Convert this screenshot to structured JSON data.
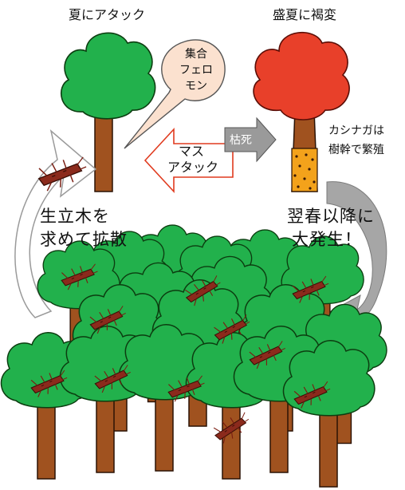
{
  "labels": {
    "summer_attack": "夏にアタック",
    "midsummer_browning": "盛夏に褐変",
    "pheromone": [
      "集合",
      "フェロ",
      "モン"
    ],
    "mass_attack": [
      "マス",
      "アタック"
    ],
    "wilt": "枯死",
    "beetle_breeds": [
      "カシナガは",
      "樹幹で繁殖"
    ],
    "spread": [
      "生立木を",
      "求めて拡散"
    ],
    "outbreak": [
      "翌春以降に",
      "大発生！"
    ]
  },
  "colors": {
    "healthy_crown": "#22b14c",
    "browned_crown": "#e8402a",
    "trunk": "#a0521f",
    "beetle": "#8b2a1c",
    "gray_arrow": "#a8a8a8",
    "mass_attack_arrow": "#e03a1e",
    "frass": "#f3a21b"
  }
}
